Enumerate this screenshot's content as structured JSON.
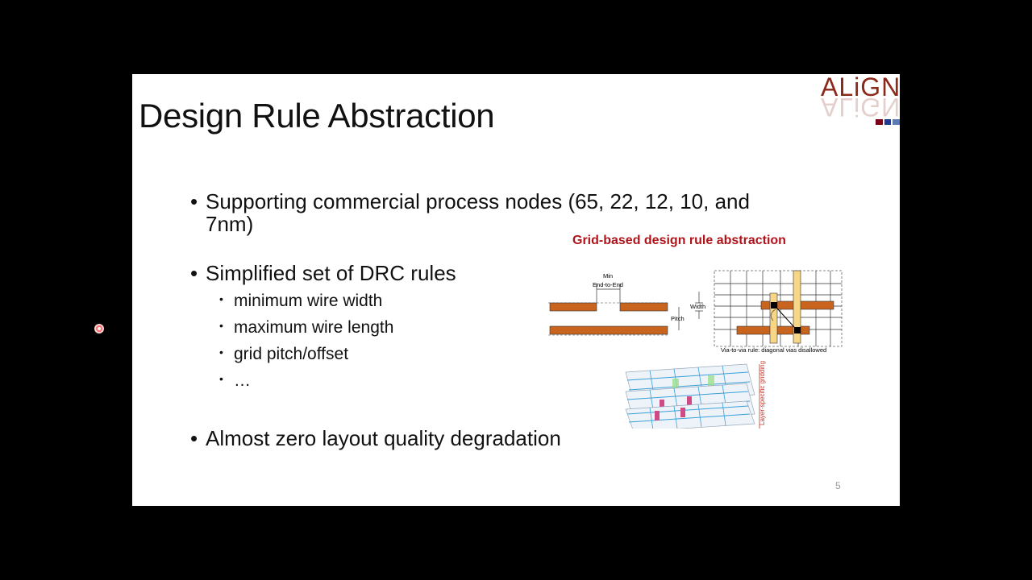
{
  "slide": {
    "title": "Design Rule Abstraction",
    "logo": "ALiGN",
    "page_number": "5",
    "bullets": [
      {
        "text_line1": "Supporting commercial process nodes (65, 22, 12, 10, and",
        "text_line2": "7nm)"
      },
      {
        "text": "Simplified set of DRC rules",
        "sub": [
          "minimum wire width",
          "maximum wire length",
          "grid pitch/offset",
          "…"
        ]
      },
      {
        "text": "Almost zero layout quality degradation"
      }
    ],
    "figure": {
      "title": "Grid-based design rule abstraction",
      "labels": {
        "min": "Min",
        "end_to_end": "End-to-End",
        "pitch": "Pitch",
        "width": "Width",
        "via_rule": "Via-to-via rule: diagonal vias disallowed",
        "layer_gridding": "Layer-specific gridding"
      }
    }
  },
  "colors": {
    "wire": "#c8641e",
    "via": "#f7d685",
    "title_red": "#b0141a",
    "logo": "#8b2a1a"
  }
}
